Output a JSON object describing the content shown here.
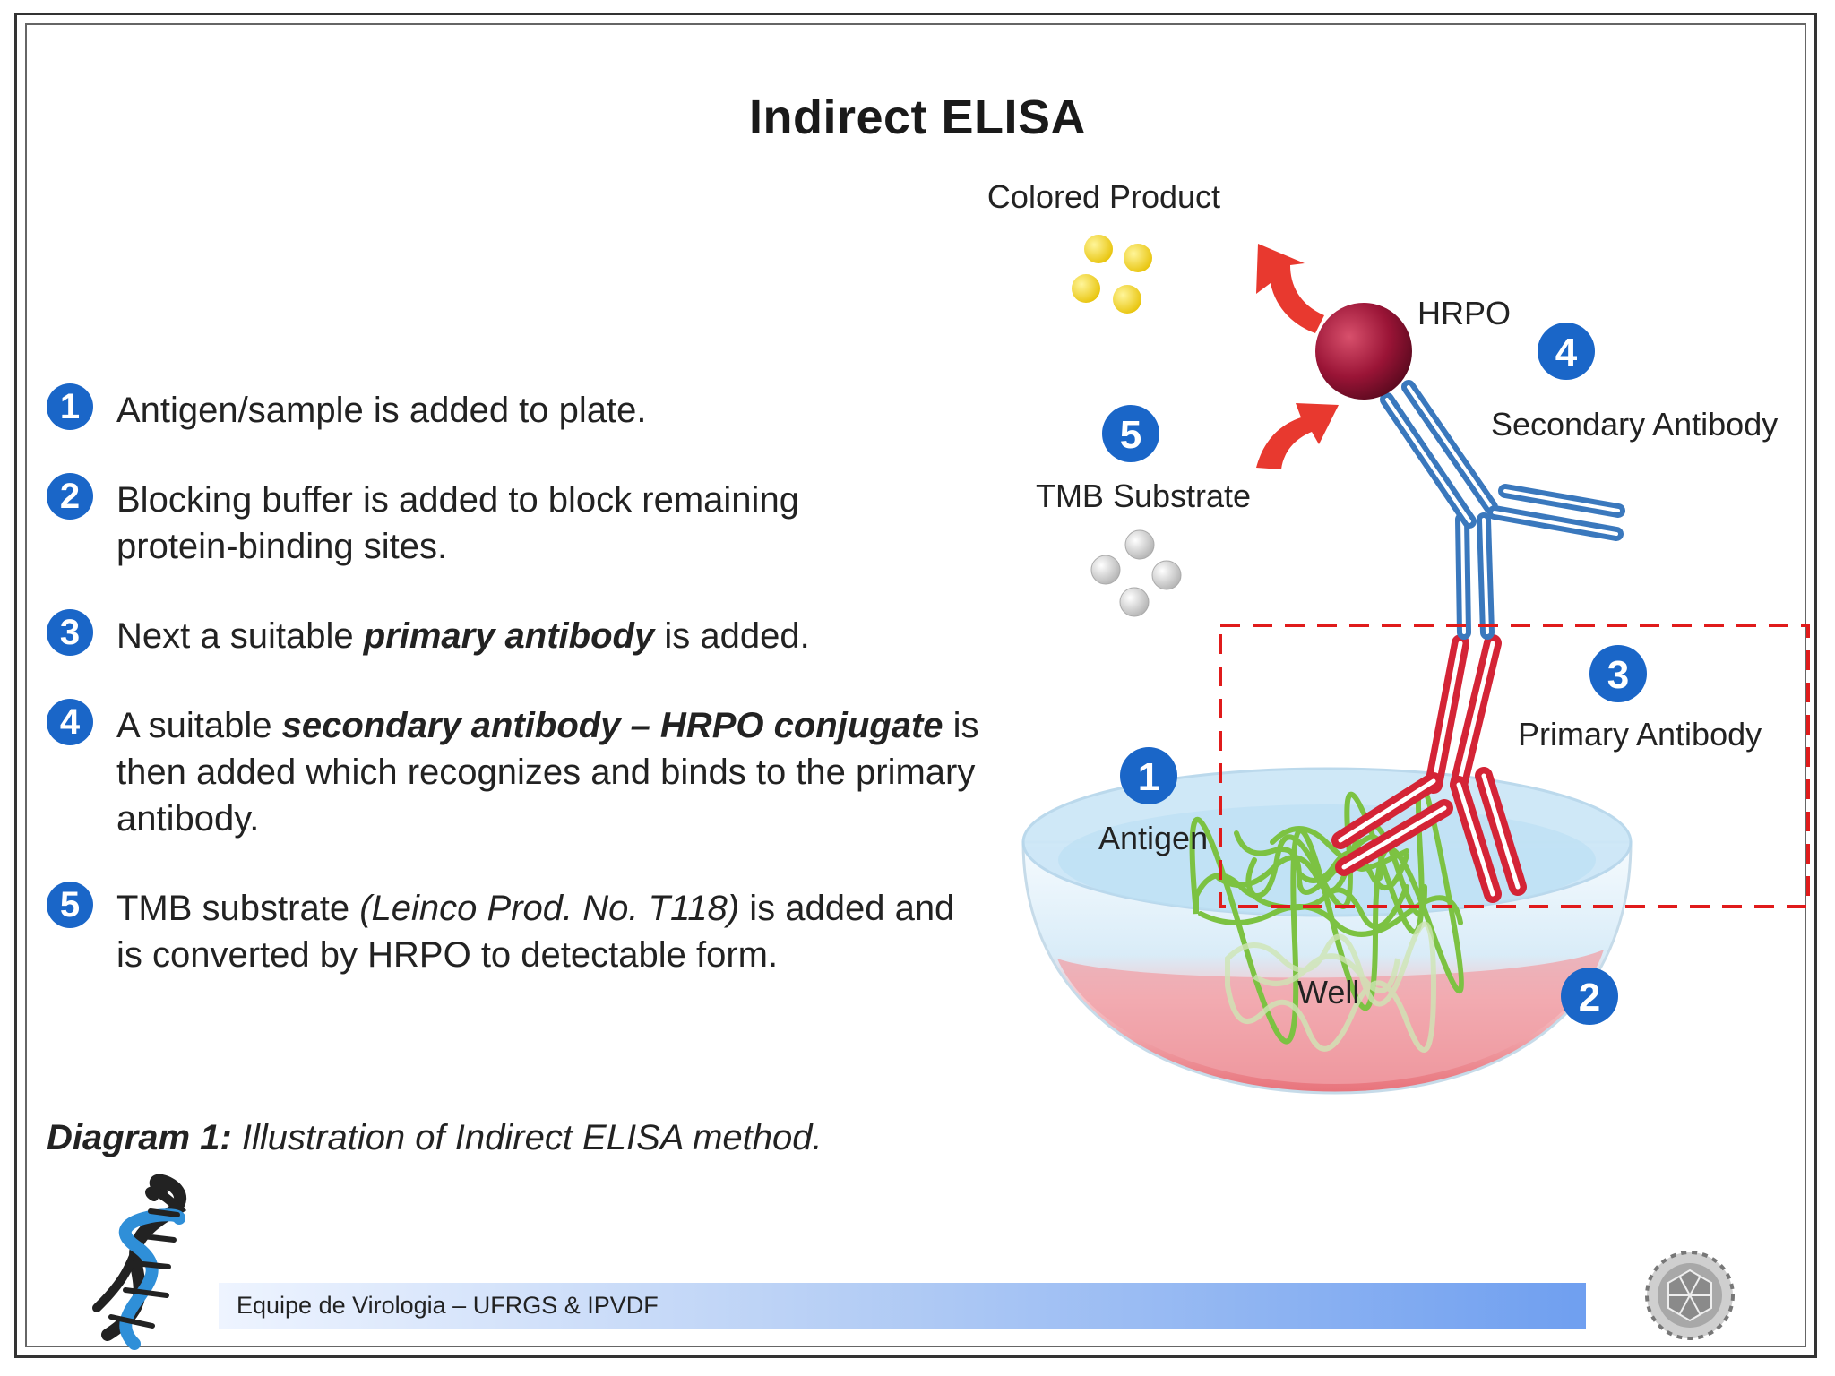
{
  "title": "Indirect ELISA",
  "steps": [
    {
      "number": "1",
      "text_html": "Antigen/sample is added to plate."
    },
    {
      "number": "2",
      "text_html": "Blocking buffer is added to block remaining protein-binding sites."
    },
    {
      "number": "3",
      "text_html": "Next a suitable <b>primary antibody</b> is added."
    },
    {
      "number": "4",
      "text_html": "A suitable <b>secondary antibody – HRPO conjugate</b> is then added which recognizes and binds to the primary antibody."
    },
    {
      "number": "5",
      "text_html": "TMB substrate <i>(Leinco Prod. No. T118)</i> is added and is converted by HRPO to detectable form."
    }
  ],
  "caption": {
    "label": "Diagram 1:",
    "text": "Illustration of Indirect ELISA method."
  },
  "diagram": {
    "labels": {
      "colored_product": "Colored Product",
      "hrpo": "HRPO",
      "secondary_antibody": "Secondary Antibody",
      "tmb_substrate": "TMB Substrate",
      "primary_antibody": "Primary Antibody",
      "antigen": "Antigen",
      "well": "Well"
    },
    "badges": {
      "b1": "1",
      "b2": "2",
      "b3": "3",
      "b4": "4",
      "b5": "5"
    }
  },
  "footer": {
    "text": "Equipe de Virologia – UFRGS & IPVDF"
  },
  "colors": {
    "badge": "#1a66c8",
    "primary_antibody": "#d42436",
    "secondary_antibody": "#3a78bd",
    "hrpo": "#8c1030",
    "arrow": "#e8392f",
    "product": "#f3d416",
    "substrate": "#c9c9c9",
    "antigen": "#7cc242",
    "dashed_box": "#e01b1b"
  }
}
